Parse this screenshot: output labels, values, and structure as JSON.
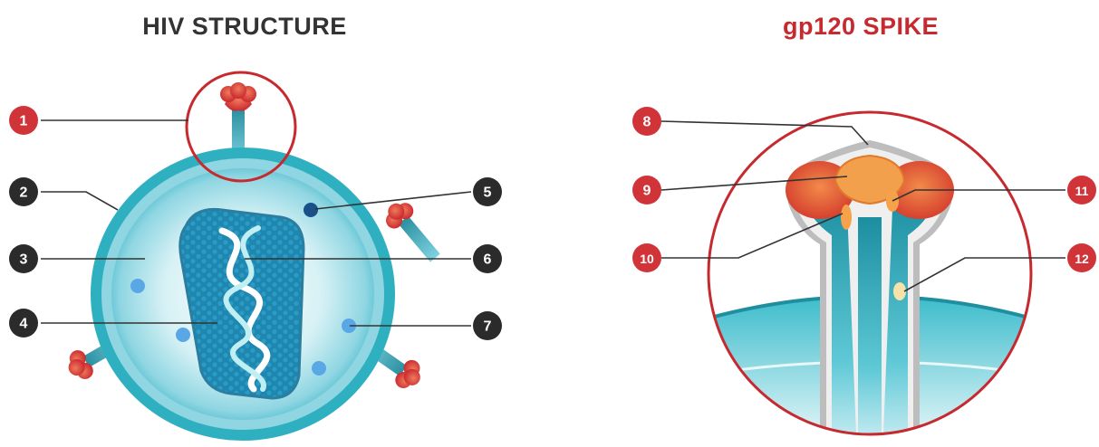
{
  "titles": {
    "left": "HIV STRUCTURE",
    "right": "gp120 SPIKE"
  },
  "colors": {
    "red": "#d13438",
    "dark": "#2b2b2b",
    "teal": "#2cb3c4",
    "teal_light": "#bfe9f0",
    "capsid": "#1d7fa6",
    "orange": "#f08a3c"
  },
  "labels": {
    "n1": "1",
    "n2": "2",
    "n3": "3",
    "n4": "4",
    "n5": "5",
    "n6": "6",
    "n7": "7",
    "n8": "8",
    "n9": "9",
    "n10": "10",
    "n11": "11",
    "n12": "12"
  }
}
